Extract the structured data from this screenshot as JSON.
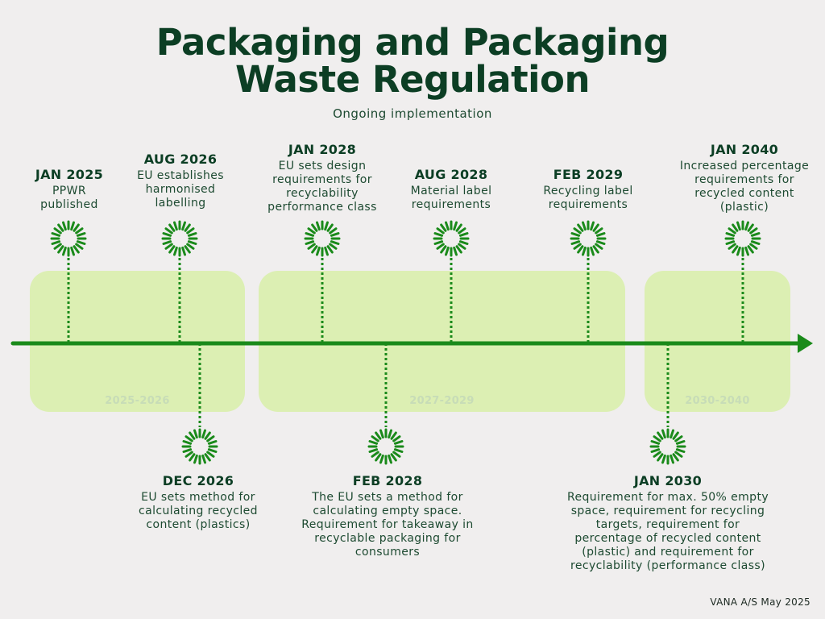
{
  "title": {
    "line1": "Packaging and Packaging",
    "line2": "Waste Regulation"
  },
  "subtitle": "Ongoing implementation",
  "periods": [
    {
      "label": "2025-2026"
    },
    {
      "label": "2027-2029"
    },
    {
      "label": "2030-2040"
    }
  ],
  "events_above": [
    {
      "date": "JAN 2025",
      "text": "PPWR\npublished"
    },
    {
      "date": "AUG 2026",
      "text": "EU establishes\nharmonised\nlabelling"
    },
    {
      "date": "JAN 2028",
      "text": "EU sets design\nrequirements for\nrecyclability\nperformance class"
    },
    {
      "date": "AUG 2028",
      "text": "Material label\nrequirements"
    },
    {
      "date": "FEB 2029",
      "text": "Recycling label\nrequirements"
    },
    {
      "date": "JAN 2040",
      "text": "Increased percentage\nrequirements for\nrecycled content\n(plastic)"
    }
  ],
  "events_below": [
    {
      "date": "DEC 2026",
      "text": "EU sets method for\ncalculating recycled\ncontent (plastics)"
    },
    {
      "date": "FEB 2028",
      "text": "The EU sets a method for\ncalculating empty space.\nRequirement for takeaway in\nrecyclable packaging for\nconsumers"
    },
    {
      "date": "JAN 2030",
      "text": "Requirement for max. 50% empty\nspace, requirement for recycling\ntargets, requirement for\npercentage of recycled content\n(plastic) and requirement for\nrecyclability (performance class)"
    }
  ],
  "colors": {
    "background": "#f0eeee",
    "band": "#dcefb3",
    "axis": "#1a8a1a",
    "marker": "#1a8a1a",
    "title": "#0c3e24"
  },
  "icons": {
    "marker": "sunburst-icon",
    "axis_end": "arrow-head-icon"
  },
  "footer": "VANA A/S May 2025"
}
